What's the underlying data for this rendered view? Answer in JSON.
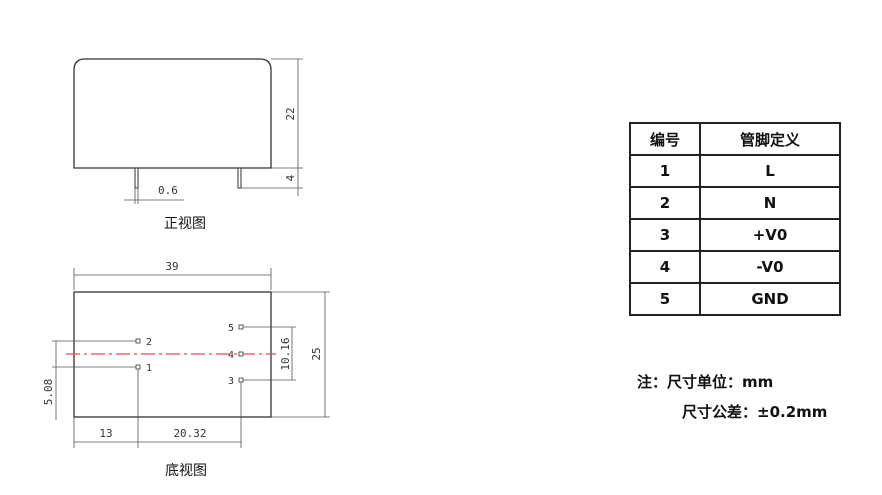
{
  "front_view": {
    "caption": "正视图",
    "height_dim": "22",
    "pin_length_dim": "4",
    "pin_width_dim": "0.6"
  },
  "bottom_view": {
    "caption": "底视图",
    "width_dim": "39",
    "height_dim": "25",
    "pin_spacing_dim": "10.16",
    "offset_y_dim": "5.08",
    "offset_x_dim": "13",
    "pin_pitch_dim": "20.32",
    "pins": [
      "1",
      "2",
      "3",
      "4",
      "5"
    ]
  },
  "pin_table": {
    "headers": [
      "编号",
      "管脚定义"
    ],
    "rows": [
      [
        "1",
        "L"
      ],
      [
        "2",
        "N"
      ],
      [
        "3",
        "+V0"
      ],
      [
        "4",
        "-V0"
      ],
      [
        "5",
        "GND"
      ]
    ]
  },
  "notes": {
    "unit": "注：尺寸单位：mm",
    "tolerance": "尺寸公差：±0.2mm"
  },
  "colors": {
    "centerline": "#e05050"
  }
}
